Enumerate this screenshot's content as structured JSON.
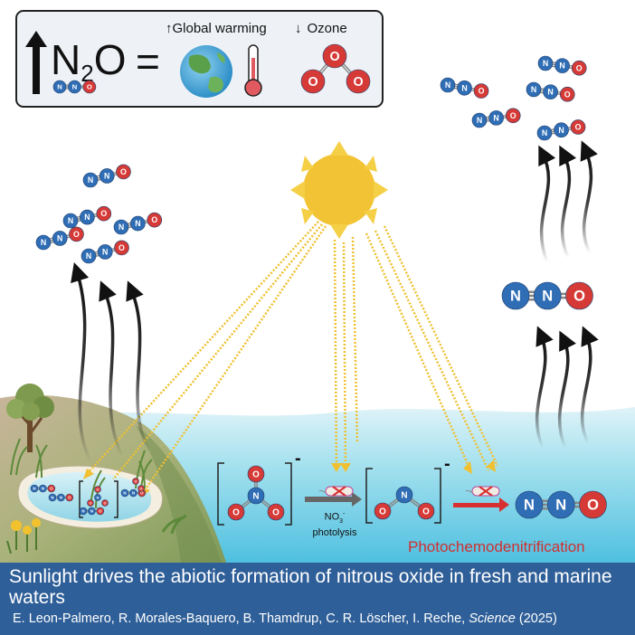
{
  "legend": {
    "formula": "N2O",
    "formula_main": "N",
    "formula_sub": "2",
    "formula_end": "O",
    "equals": "=",
    "global_warming_label": "Global warming",
    "ozone_label": "Ozone",
    "up_arrow": "↑",
    "down_arrow": "↓"
  },
  "atoms": {
    "nitrogen": "N",
    "oxygen": "O"
  },
  "reaction": {
    "ion_charge": "-",
    "photolysis_line1": "NO",
    "photolysis_sub": "3",
    "photolysis_sup": "-",
    "photolysis_line2": "photolysis",
    "process_label": "Photochemodenitrification"
  },
  "footer": {
    "title": "Sunlight drives the abiotic formation of nitrous oxide in fresh and marine waters",
    "authors": "E. Leon-Palmero, R. Morales-Baquero, B. Thamdrup, C. R. Löscher, I. Reche,",
    "journal": "Science",
    "year": "(2025)"
  },
  "colors": {
    "nitrogen_atom": "#2f6db5",
    "oxygen_atom": "#d63a36",
    "sun": "#f2c335",
    "sun_ray": "#f0c030",
    "water": "#7fd3e8",
    "land": "#8fa866",
    "banner": "#2f5f98",
    "process_label": "#d03030",
    "reaction_arrow": "#d83030"
  },
  "icons": [
    "up-arrow-icon",
    "earth-icon",
    "thermometer-icon",
    "ozone-molecule-icon",
    "sun-icon",
    "tree-icon",
    "flower-icon",
    "bacterium-icon"
  ]
}
